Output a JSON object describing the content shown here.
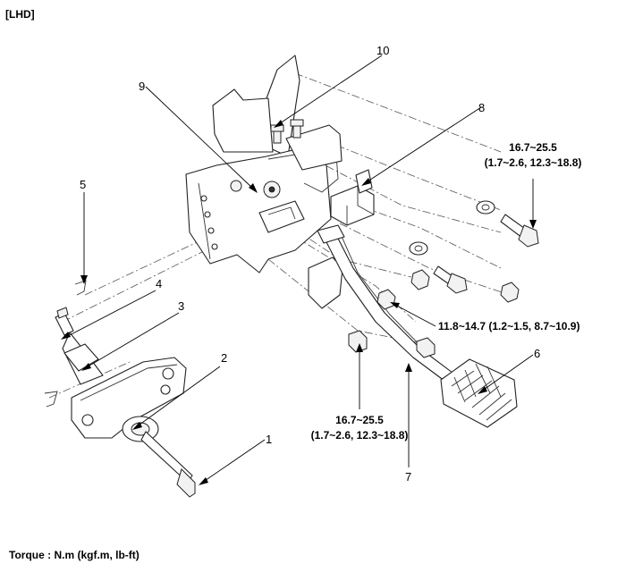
{
  "header": {
    "label": "[LHD]"
  },
  "callouts": [
    {
      "id": "1",
      "text": "1"
    },
    {
      "id": "2",
      "text": "2"
    },
    {
      "id": "3",
      "text": "3"
    },
    {
      "id": "4",
      "text": "4"
    },
    {
      "id": "5",
      "text": "5"
    },
    {
      "id": "6",
      "text": "6"
    },
    {
      "id": "7",
      "text": "7"
    },
    {
      "id": "8",
      "text": "8"
    },
    {
      "id": "9",
      "text": "9"
    },
    {
      "id": "10",
      "text": "10"
    }
  ],
  "torque_specs": {
    "upper_right": {
      "line1": "16.7~25.5",
      "line2": "(1.7~2.6, 12.3~18.8)"
    },
    "middle": {
      "line1": "11.8~14.7 (1.2~1.5, 8.7~10.9)"
    },
    "lower": {
      "line1": "16.7~25.5",
      "line2": "(1.7~2.6, 12.3~18.8)"
    }
  },
  "footer": {
    "torque_unit_note": "Torque : N.m (kgf.m, lb-ft)"
  }
}
